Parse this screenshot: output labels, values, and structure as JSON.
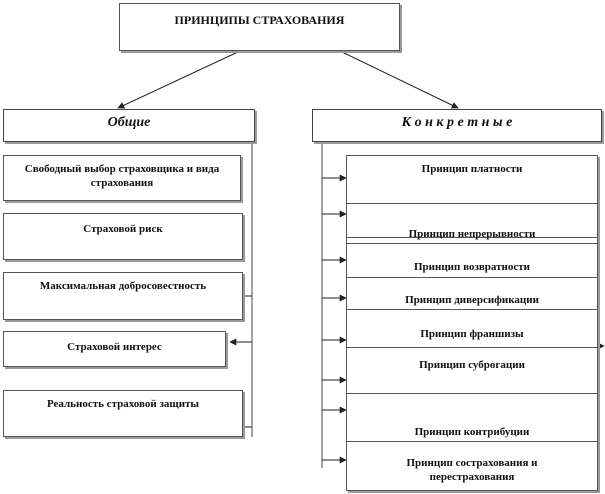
{
  "title": "ПРИНЦИПЫ СТРАХОВАНИЯ",
  "general_heading": "Общие",
  "specific_heading": "К о н к р е т н ы е",
  "general_items": [
    "Свободный выбор страховщика и вида страхования",
    "Страховой риск",
    "Максимальная добросовестность",
    "Страховой интерес",
    "Реальность страховой защиты"
  ],
  "specific_items": [
    "Принцип платности",
    "Принцип непрерывности",
    "Принцип возвратности",
    "Принцип диверсификации",
    "Принцип франшизы",
    "Принцип суброгации",
    "Принцип контрибуции",
    "Принцип сострахования и перестрахования"
  ]
}
